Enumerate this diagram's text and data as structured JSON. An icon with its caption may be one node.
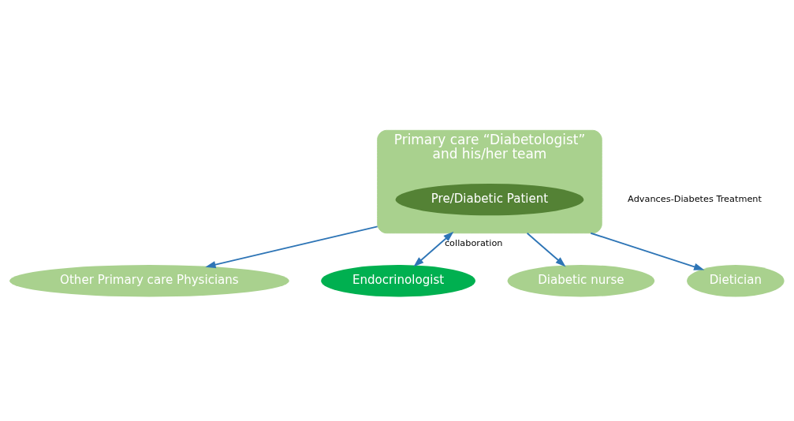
{
  "diagram": {
    "nodes": [
      {
        "text": [
          "Primary care “Diabetologist”",
          "and his/her team"
        ]
      },
      {
        "text": [
          "Pre/Diabetic Patient"
        ],
        "in": 0
      },
      {
        "text": [
          "Other Primary care Physicians"
        ]
      },
      {
        "text": [
          "Endocrinologist"
        ]
      },
      {
        "text": [
          "Diabetic nurse"
        ]
      },
      {
        "text": [
          "Dietician"
        ]
      }
    ],
    "edges": [
      {
        "from": 0,
        "to": 2,
        "arrow": "to"
      },
      {
        "from": 0,
        "to": 3,
        "arrow": "both",
        "label": "collaboration"
      },
      {
        "from": 0,
        "to": 4,
        "arrow": "to"
      },
      {
        "from": 0,
        "to": 5,
        "arrow": "to"
      }
    ],
    "labels": [
      "Advances-Diabetes Treatment"
    ]
  }
}
